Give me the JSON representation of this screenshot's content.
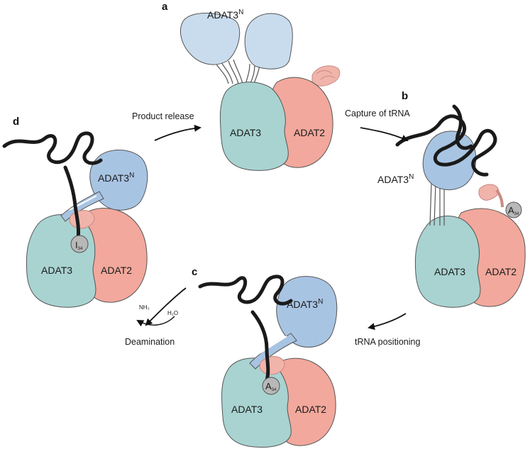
{
  "colors": {
    "adat3": "#a8d3d1",
    "adat2": "#f2a89c",
    "adat3n_light": "#c9dced",
    "adat3n": "#a8c4e3",
    "loop": "#f0b4ab",
    "nucleotide": "#b8b8b8",
    "trna": "#1a1a1a"
  },
  "panels": {
    "a": "a",
    "b": "b",
    "c": "c",
    "d": "d"
  },
  "labels": {
    "adat3": "ADAT3",
    "adat2": "ADAT2",
    "adat3n": "ADAT3",
    "adat3n_sup": "N"
  },
  "steps": {
    "product_release": "Product release",
    "capture": "Capture of tRNA",
    "positioning": "tRNA positioning",
    "deamination": "Deamination"
  },
  "reaction": {
    "nh3": "NH₃",
    "h2o": "H₂O"
  },
  "residues": {
    "a34_base": "A",
    "i34_base": "I",
    "position": "34"
  },
  "icons": [
    "arrow-icon",
    "trna-ribbon-icon",
    "nucleotide-icon"
  ]
}
